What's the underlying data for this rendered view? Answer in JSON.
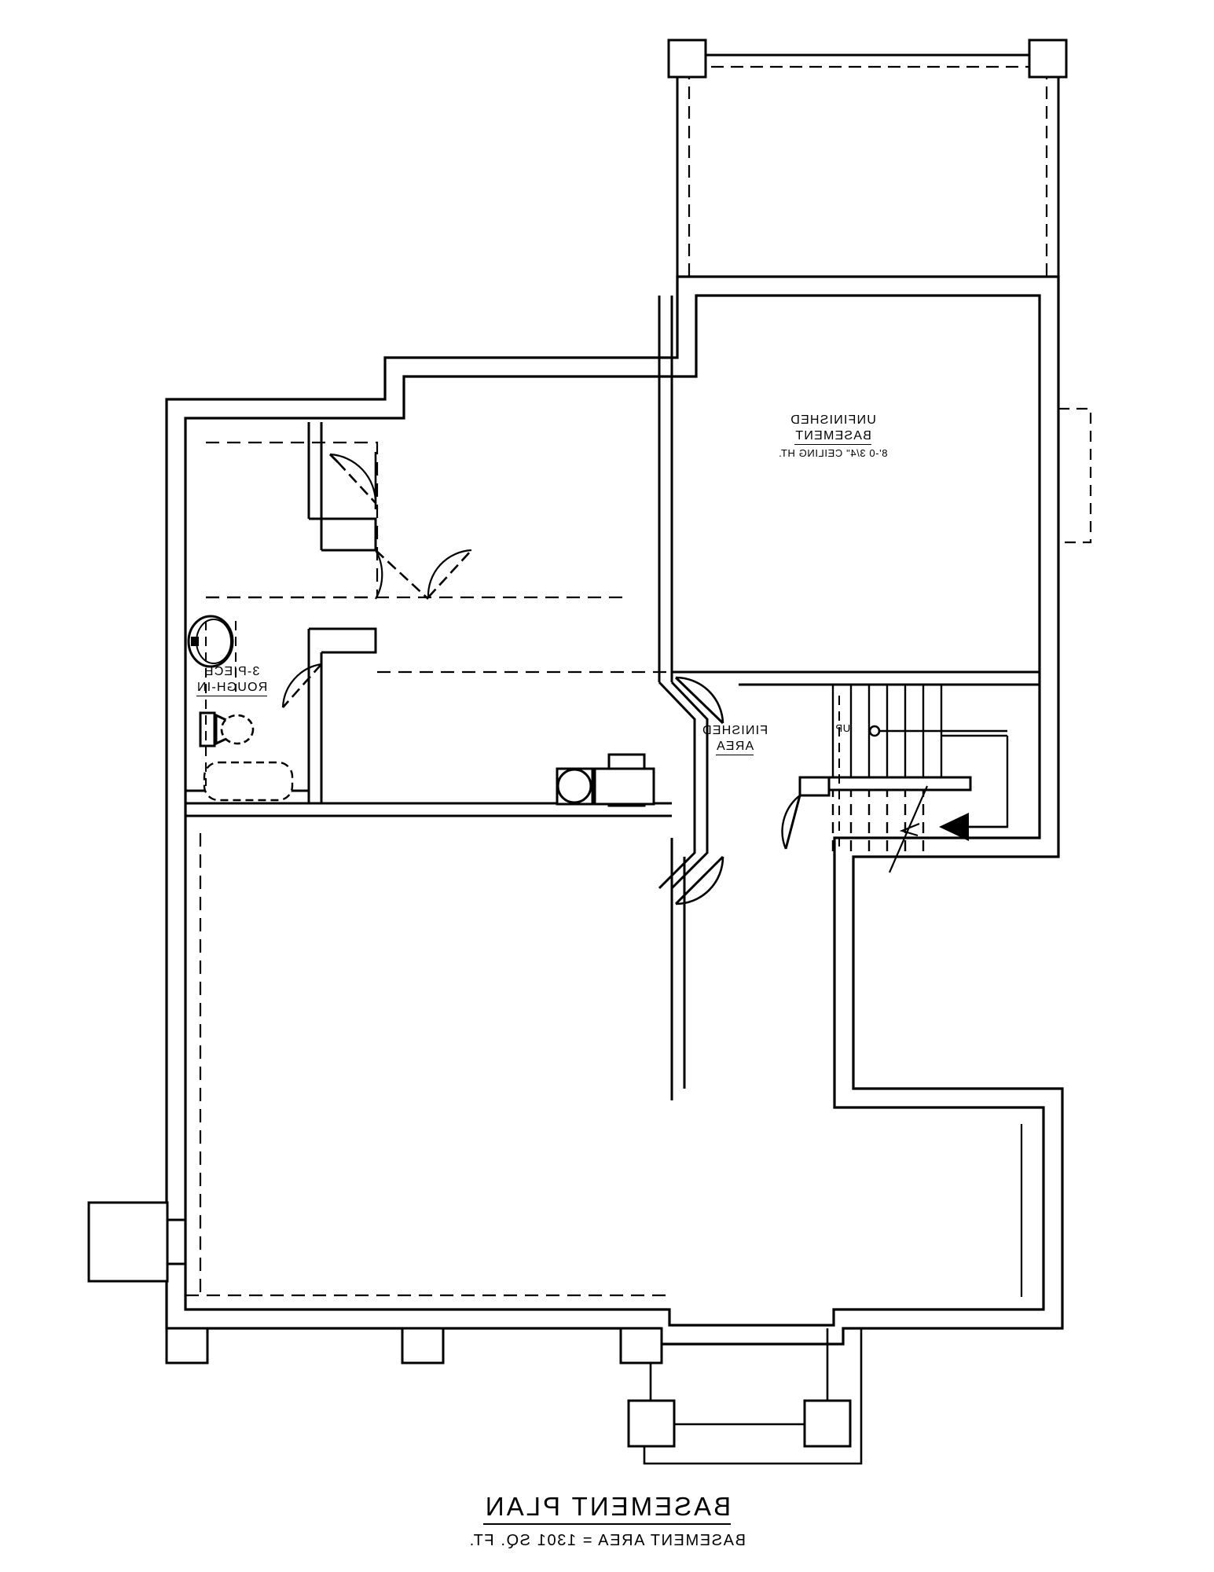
{
  "drawing": {
    "type": "architectural-floor-plan",
    "orientation": "mirrored-horizontally",
    "background_color": "#ffffff",
    "line_color": "#000000"
  },
  "title_block": {
    "title": "BASEMENT PLAN",
    "area_note": "BASEMENT AREA = 1301 SQ. FT."
  },
  "rooms": [
    {
      "id": "unfinished-basement",
      "line1": "UNFINISHED",
      "line2": "BASEMENT",
      "note": "8'-0 3/4\" CEILING HT."
    },
    {
      "id": "finished-area",
      "line1": "FINISHED",
      "line2": "AREA",
      "note": ""
    },
    {
      "id": "three-piece-rough-in",
      "line1": "3-PIECE",
      "line2": "ROUGH-IN",
      "note": ""
    }
  ],
  "annotations": {
    "stair_direction": "UP"
  },
  "fixtures": [
    {
      "name": "bathroom-sink",
      "kind": "circle"
    },
    {
      "name": "toilet",
      "kind": "wc"
    },
    {
      "name": "bathtub",
      "kind": "tub"
    },
    {
      "name": "furnace",
      "kind": "circle-in-square"
    },
    {
      "name": "hot-water-tank",
      "kind": "square"
    },
    {
      "name": "stair-run",
      "kind": "stairs"
    }
  ],
  "structure": {
    "rear_deck_columns": 2,
    "front_porch_columns": 2,
    "bottom_wall_pilasters": 3,
    "egress_window_wells": 1
  }
}
